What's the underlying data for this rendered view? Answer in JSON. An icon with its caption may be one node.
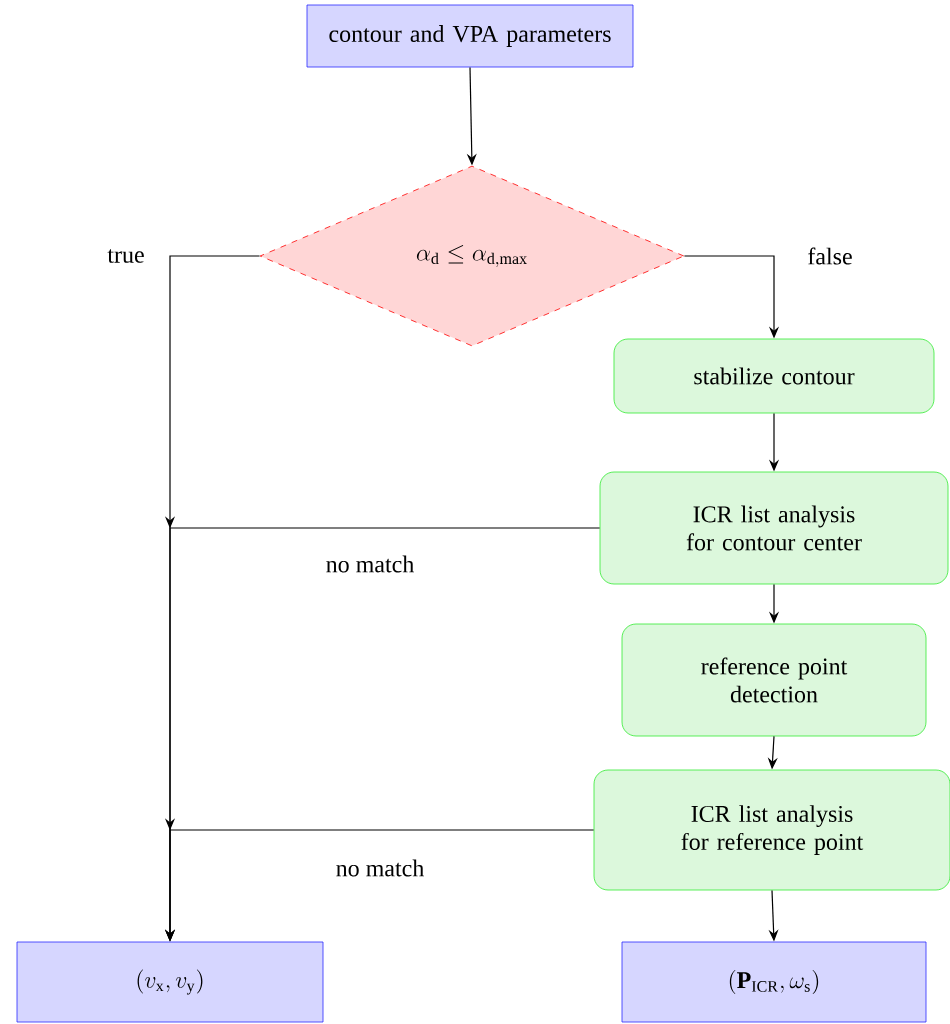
{
  "diagram": {
    "nodes": [
      {
        "text": [
          "contour and VPA parameters"
        ]
      },
      {
        "text": [
          "\\alpha_\\mathrm{d} \\leq \\alpha_\\mathrm{d,max}"
        ]
      },
      {
        "text": [
          "stabilize contour"
        ]
      },
      {
        "text": [
          "ICR list analysis for contour center"
        ]
      },
      {
        "text": [
          "reference point detection"
        ]
      },
      {
        "text": [
          "ICR list analysis for reference point"
        ]
      },
      {
        "text": [
          "(v_\\mathrm{x}, v_\\mathrm{y})"
        ]
      },
      {
        "text": [
          "(\\mathbf{P}_\\mathrm{ICR}, \\omega_\\mathrm{s})"
        ]
      }
    ],
    "edges": [
      {
        "from": 0,
        "to": 1,
        "arrow": "to"
      },
      {
        "from": 1,
        "to": 6,
        "arrow": "to",
        "label": "true"
      },
      {
        "from": 1,
        "to": 2,
        "arrow": "to",
        "label": "false"
      },
      {
        "from": 2,
        "to": 3,
        "arrow": "to"
      },
      {
        "from": 3,
        "to": 6,
        "arrow": "to",
        "label": "no match"
      },
      {
        "from": 3,
        "to": 4,
        "arrow": "to"
      },
      {
        "from": 4,
        "to": 5,
        "arrow": "to"
      },
      {
        "from": 5,
        "to": 6,
        "arrow": "to",
        "label": "no match"
      },
      {
        "from": 5,
        "to": 7,
        "arrow": "to"
      }
    ]
  }
}
